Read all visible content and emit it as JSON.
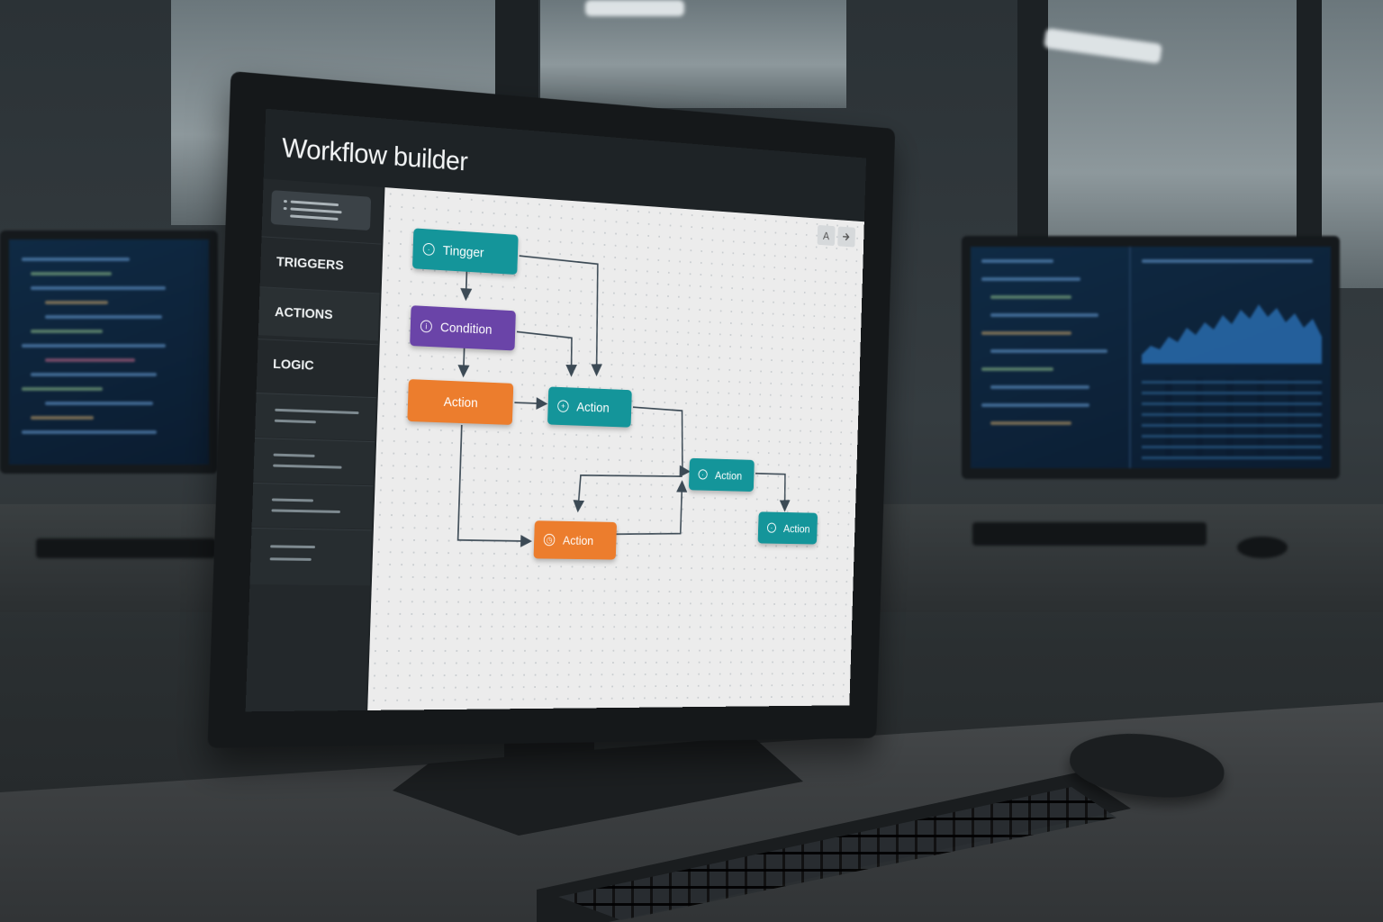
{
  "app": {
    "title": "Workflow builder"
  },
  "sidebar": {
    "items": [
      {
        "label": "TRIGGERS"
      },
      {
        "label": "ACTIONS"
      },
      {
        "label": "LOGIC"
      }
    ]
  },
  "toolbar": {
    "icons": [
      "text-a-icon",
      "share-icon"
    ],
    "text_icon_glyph": "A"
  },
  "canvas": {
    "nodes": [
      {
        "label": "Tingger",
        "color": "#14959a",
        "icon": "circle-icon"
      },
      {
        "label": "Condition",
        "color": "#6a44a8",
        "icon": "info-icon"
      },
      {
        "label": "Action",
        "color": "#ec7d2d",
        "icon": "none"
      },
      {
        "label": "Action",
        "color": "#14959a",
        "icon": "plus-circle-icon"
      },
      {
        "label": "Action",
        "color": "#14959a",
        "icon": "circle-icon"
      },
      {
        "label": "Action",
        "color": "#ec7d2d",
        "icon": "clock-icon"
      },
      {
        "label": "Action",
        "color": "#14959a",
        "icon": "circle-icon"
      }
    ]
  },
  "colors": {
    "teal": "#14959a",
    "purple": "#6a44a8",
    "orange": "#ec7d2d",
    "canvas": "#ececec"
  }
}
